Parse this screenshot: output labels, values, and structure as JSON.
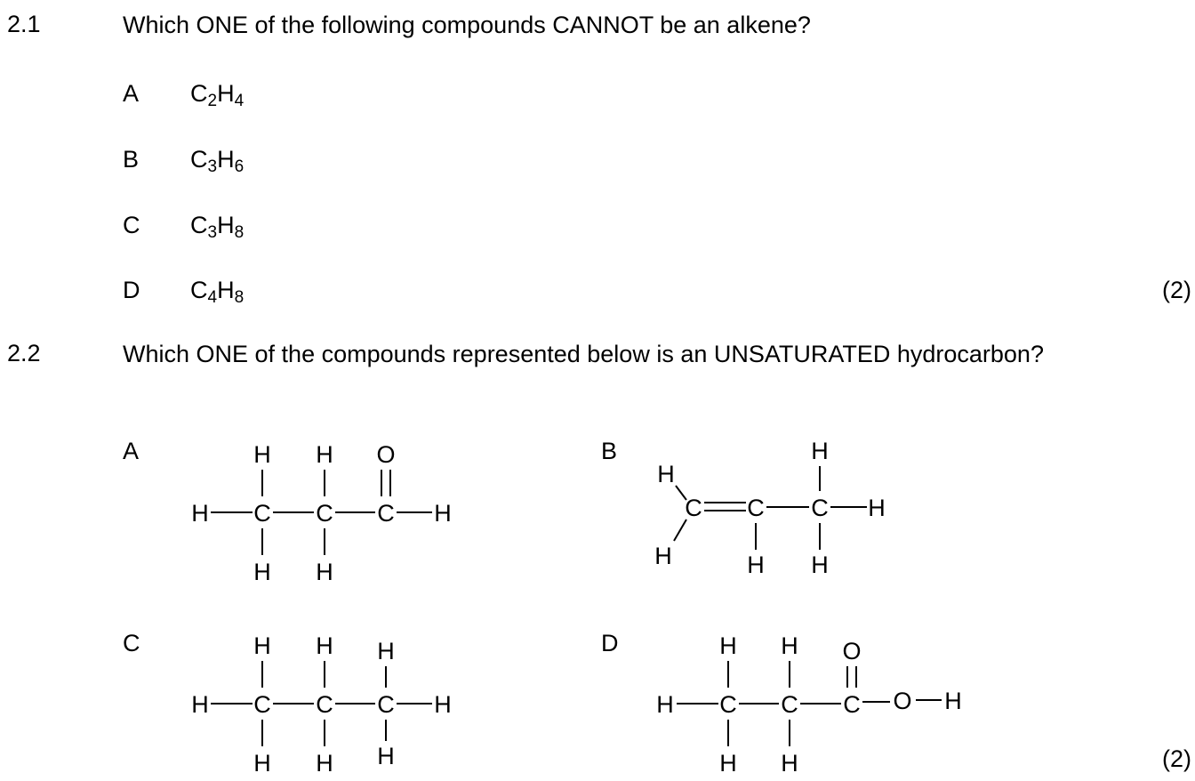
{
  "questions": [
    {
      "number": "2.1",
      "text": "Which ONE of the following compounds CANNOT be an alkene?",
      "options": [
        {
          "letter": "A",
          "formula": [
            {
              "el": "C",
              "n": "2"
            },
            {
              "el": "H",
              "n": "4"
            }
          ]
        },
        {
          "letter": "B",
          "formula": [
            {
              "el": "C",
              "n": "3"
            },
            {
              "el": "H",
              "n": "6"
            }
          ]
        },
        {
          "letter": "C",
          "formula": [
            {
              "el": "C",
              "n": "3"
            },
            {
              "el": "H",
              "n": "8"
            }
          ]
        },
        {
          "letter": "D",
          "formula": [
            {
              "el": "C",
              "n": "4"
            },
            {
              "el": "H",
              "n": "8"
            }
          ]
        }
      ],
      "marks": "(2)"
    },
    {
      "number": "2.2",
      "text": "Which ONE of the compounds represented below is an UNSATURATED hydrocarbon?",
      "options": [
        {
          "letter": "A",
          "structure": "propanal",
          "atoms": [
            "H",
            "H",
            "O",
            "H",
            "C",
            "C",
            "C",
            "H",
            "H",
            "H"
          ]
        },
        {
          "letter": "B",
          "structure": "propene",
          "atoms": [
            "H",
            "H",
            "C",
            "C",
            "C",
            "H",
            "H",
            "H",
            "H"
          ]
        },
        {
          "letter": "C",
          "structure": "propane",
          "atoms": [
            "H",
            "H",
            "H",
            "H",
            "C",
            "C",
            "C",
            "H",
            "H",
            "H",
            "H"
          ]
        },
        {
          "letter": "D",
          "structure": "propanoic-acid",
          "atoms": [
            "H",
            "H",
            "O",
            "H",
            "C",
            "C",
            "C",
            "O",
            "H",
            "H",
            "H"
          ]
        }
      ],
      "marks": "(2)"
    }
  ]
}
